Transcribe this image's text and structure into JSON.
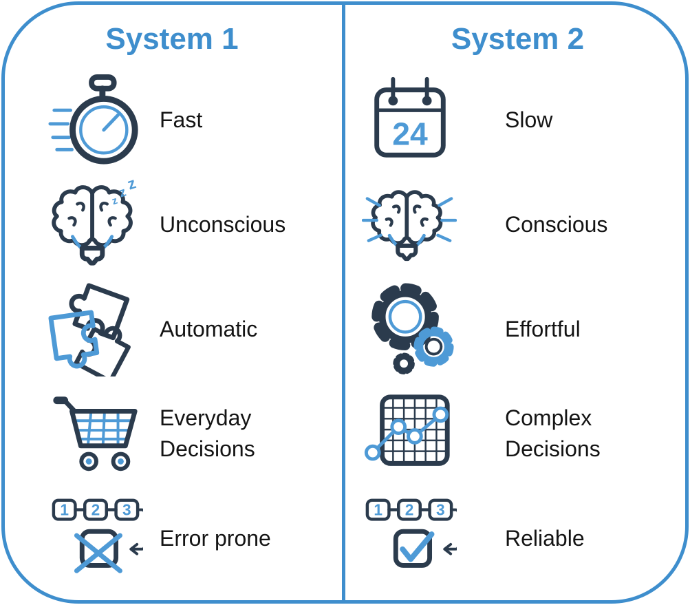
{
  "colors": {
    "accent_blue": "#3E8ECD",
    "icon_blue": "#4E9AD6",
    "dark_navy": "#2B3B4D",
    "label_black": "#141414",
    "background": "#FFFFFF"
  },
  "columns": [
    {
      "title": "System 1",
      "items": [
        {
          "icon": "stopwatch-icon",
          "label": "Fast"
        },
        {
          "icon": "sleeping-brain-icon",
          "label": "Unconscious"
        },
        {
          "icon": "puzzle-pieces-icon",
          "label": "Automatic"
        },
        {
          "icon": "shopping-cart-icon",
          "label": "Everyday Decisions"
        },
        {
          "icon": "sequence-error-icon",
          "label": "Error prone"
        }
      ]
    },
    {
      "title": "System 2",
      "items": [
        {
          "icon": "calendar-24-icon",
          "label": "Slow"
        },
        {
          "icon": "thinking-brain-icon",
          "label": "Conscious"
        },
        {
          "icon": "gears-icon",
          "label": "Effortful"
        },
        {
          "icon": "line-chart-icon",
          "label": "Complex Decisions"
        },
        {
          "icon": "sequence-check-icon",
          "label": "Reliable"
        }
      ]
    }
  ],
  "calendar_day": "24",
  "sequence_numbers": [
    "1",
    "2",
    "3"
  ],
  "sleep_letters": [
    "z",
    "z",
    "z"
  ]
}
